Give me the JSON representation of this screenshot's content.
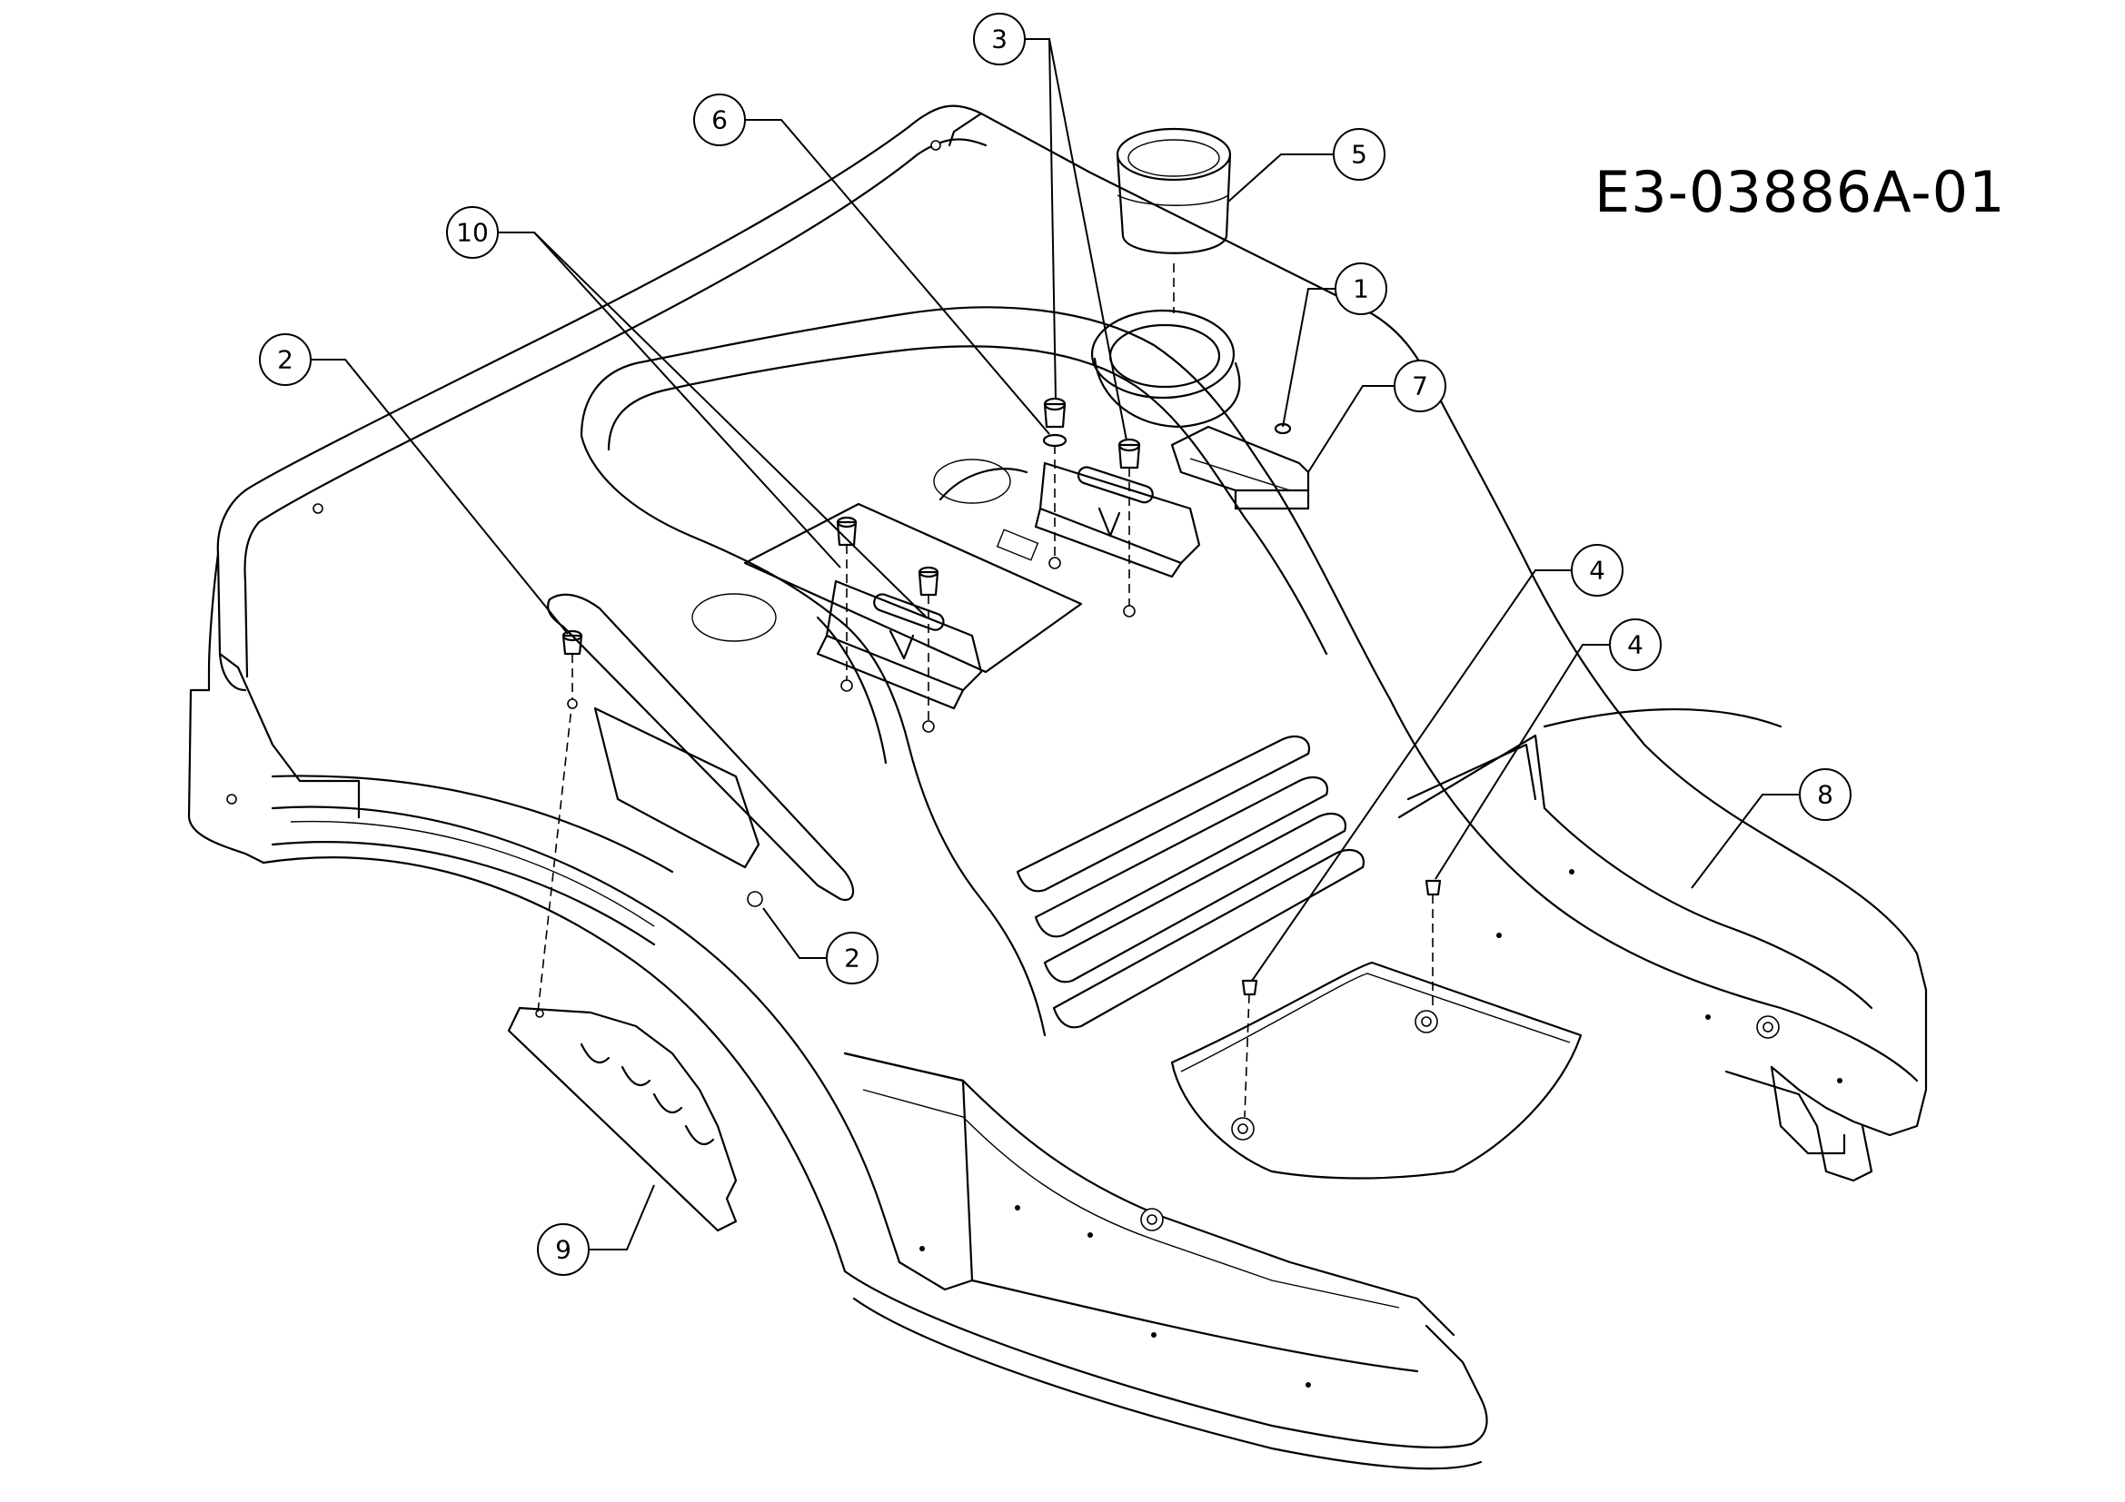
{
  "drawing": {
    "code": "E3-03886A-01"
  },
  "callouts": [
    {
      "id": "c3",
      "label": "3"
    },
    {
      "id": "c6",
      "label": "6"
    },
    {
      "id": "c5",
      "label": "5"
    },
    {
      "id": "c10",
      "label": "10"
    },
    {
      "id": "c1",
      "label": "1"
    },
    {
      "id": "c2a",
      "label": "2"
    },
    {
      "id": "c7",
      "label": "7"
    },
    {
      "id": "c4a",
      "label": "4"
    },
    {
      "id": "c4b",
      "label": "4"
    },
    {
      "id": "c8",
      "label": "8"
    },
    {
      "id": "c2b",
      "label": "2"
    },
    {
      "id": "c9",
      "label": "9"
    }
  ]
}
